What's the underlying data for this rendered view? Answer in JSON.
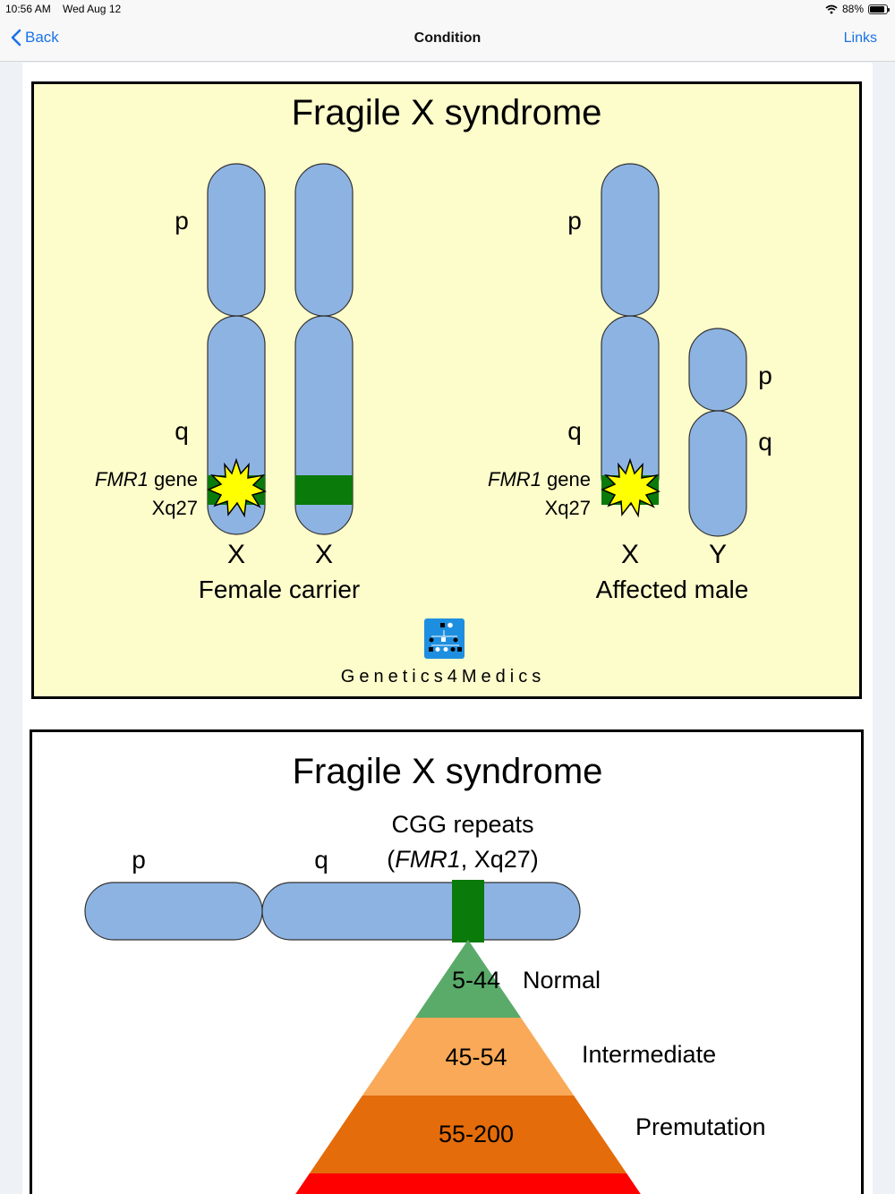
{
  "status": {
    "time": "10:56 AM",
    "date": "Wed Aug 12",
    "battery": "88%",
    "battery_level": 0.88
  },
  "nav": {
    "back_label": "Back",
    "title": "Condition",
    "links_label": "Links"
  },
  "figure1": {
    "title": "Fragile X syndrome",
    "p_label": "p",
    "q_label": "q",
    "gene_italic": "FMR1",
    "gene_word": " gene",
    "locus": "Xq27",
    "x_label": "X",
    "y_label": "Y",
    "female_caption": "Female carrier",
    "male_caption": "Affected male",
    "logo_text": "Genetics4Medics",
    "colors": {
      "background": "#fdfccb",
      "chromosome": "#8db3e2",
      "gene_band": "#0a7a0a",
      "mutation_burst": "#ffff00"
    }
  },
  "figure2": {
    "title": "Fragile X syndrome",
    "p_label": "p",
    "q_label": "q",
    "repeats_label": "CGG repeats",
    "locus_prefix": "(",
    "locus_italic": "FMR1",
    "locus_suffix": ", Xq27)",
    "levels": [
      {
        "range": "5-44",
        "label": "Normal",
        "color": "#5aaa6a"
      },
      {
        "range": "45-54",
        "label": "Intermediate",
        "color": "#f9a957"
      },
      {
        "range": "55-200",
        "label": "Premutation",
        "color": "#e46c0a"
      },
      {
        "range": "",
        "label": "",
        "color": "#ff0000"
      }
    ]
  }
}
